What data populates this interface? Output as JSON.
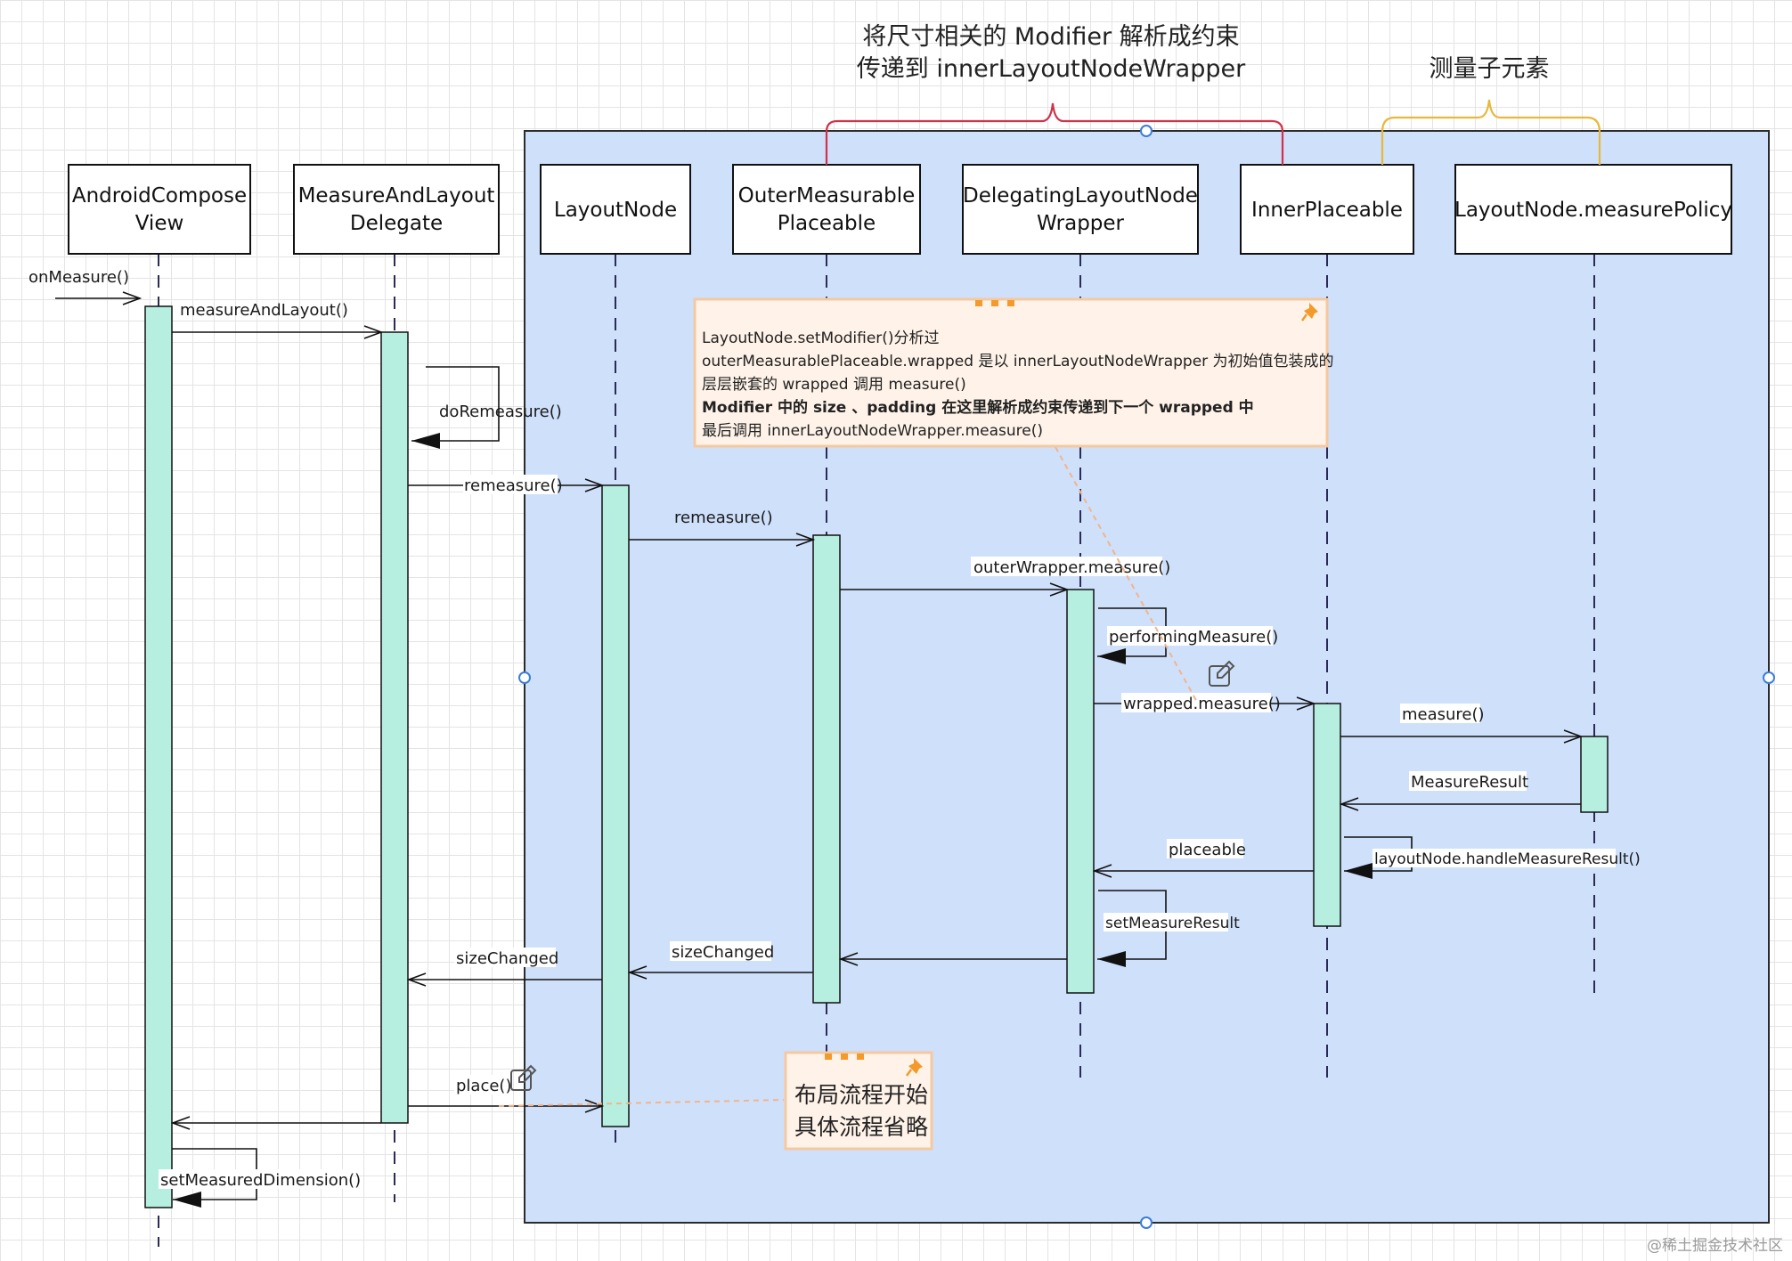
{
  "participants": [
    {
      "id": "acv",
      "lines": [
        "AndroidCompose",
        "View"
      ]
    },
    {
      "id": "mld",
      "lines": [
        "MeasureAndLayout",
        "Delegate"
      ]
    },
    {
      "id": "ln",
      "lines": [
        "LayoutNode"
      ]
    },
    {
      "id": "omp",
      "lines": [
        "OuterMeasurable",
        "Placeable"
      ]
    },
    {
      "id": "dlnw",
      "lines": [
        "DelegatingLayoutNode",
        "Wrapper"
      ]
    },
    {
      "id": "ip",
      "lines": [
        "InnerPlaceable"
      ]
    },
    {
      "id": "lnmp",
      "lines": [
        "LayoutNode.measurePolicy"
      ]
    }
  ],
  "group_labels": {
    "modifier": [
      "将尺寸相关的 Modifier 解析成约束",
      "传递到 innerLayoutNodeWrapper"
    ],
    "measure_children": "测量子元素"
  },
  "messages": {
    "onMeasure": "onMeasure()",
    "measureAndLayout": "measureAndLayout()",
    "doRemeasure": "doRemeasure()",
    "remeasure1": "remeasure()",
    "remeasure2": "remeasure()",
    "outerWrapperMeasure": "outerWrapper.measure()",
    "performingMeasure": "performingMeasure()",
    "wrappedMeasure": "wrapped.measure()",
    "measure": "measure()",
    "measureResult": "MeasureResult",
    "handleMeasureResult": "layoutNode.handleMeasureResult()",
    "placeable": "placeable",
    "setMeasureResult": "setMeasureResult",
    "sizeChanged1": "sizeChanged",
    "sizeChanged2": "sizeChanged",
    "place": "place()",
    "setMeasuredDimension": "setMeasuredDimension()"
  },
  "note_main": {
    "lines": [
      "LayoutNode.setModifier()分析过",
      "outerMeasurablePlaceable.wrapped 是以 innerLayoutNodeWrapper 为初始值包装成的",
      "层层嵌套的 wrapped 调用 measure()",
      "Modifier 中的 size 、padding 在这里解析成约束传递到下一个 wrapped 中",
      "最后调用 innerLayoutNodeWrapper.measure()"
    ]
  },
  "note_layout": {
    "lines": [
      "布局流程开始",
      "具体流程省略"
    ]
  },
  "watermark": "@稀土掘金技术社区",
  "colors": {
    "group_fill": "#cfe0fb",
    "activation": "#b6eee0",
    "note_fill": "#fff3e9",
    "note_border": "#f5c9a0",
    "brace_red": "#d0324a",
    "brace_yellow": "#e8b83a",
    "handle": "#3b7dd8"
  }
}
